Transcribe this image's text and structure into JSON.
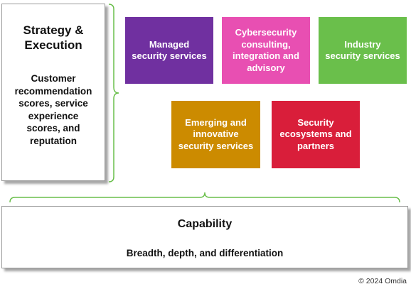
{
  "strategy": {
    "title": "Strategy &\nExecution",
    "description": "Customer\nrecommendation\nscores, service\nexperience\nscores, and\nreputation"
  },
  "tiles": [
    {
      "label": "Managed\nsecurity services",
      "color": "#7030a0"
    },
    {
      "label": "Cybersecurity\nconsulting,\nintegration and\nadvisory",
      "color": "#e84fb2"
    },
    {
      "label": "Industry\nsecurity services",
      "color": "#6abf4b"
    },
    {
      "label": "Emerging and\ninnovative\nsecurity services",
      "color": "#cc8b00"
    },
    {
      "label": "Security\necosystems and\npartners",
      "color": "#d91e3a"
    }
  ],
  "capability": {
    "title": "Capability",
    "description": "Breadth, depth, and differentiation"
  },
  "brace_color": "#6abf4b",
  "copyright": "© 2024 Omdia"
}
